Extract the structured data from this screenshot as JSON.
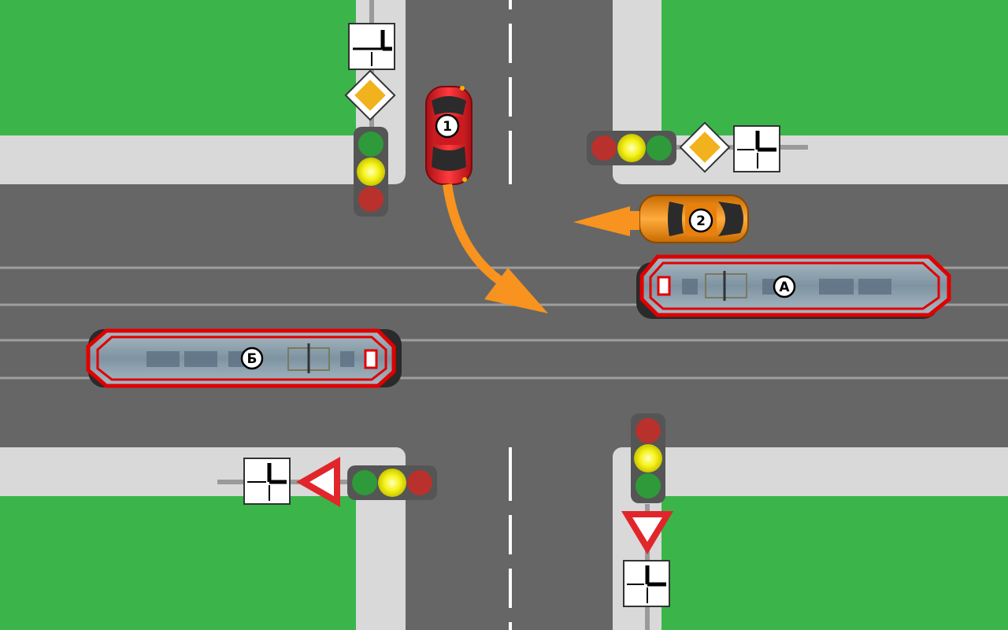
{
  "colors": {
    "grass": "#3bb54a",
    "sidewalk": "#d9d9d9",
    "road": "#666666",
    "rail": "#9e9e9e",
    "car_red": "#e8252b",
    "car_orange": "#f7931e",
    "arrow": "#f7931e",
    "tram_body": "#8fa1ad",
    "tram_outline": "#e00000",
    "signal_housing": "#555555",
    "light_green": "#2e9a3a",
    "light_yellow": "#f6f31a",
    "light_red": "#b8312c",
    "main_road_sign": "#f2b21d",
    "yield_red": "#e0262b"
  },
  "labels": {
    "car1": "1",
    "car2": "2",
    "tramA": "А",
    "tramB": "Б"
  },
  "signals": {
    "active_light": "yellow"
  },
  "signs": {
    "main_road": "main-road-sign",
    "yield": "yield-sign",
    "direction_of_main_road": "main-road-direction-plate"
  }
}
